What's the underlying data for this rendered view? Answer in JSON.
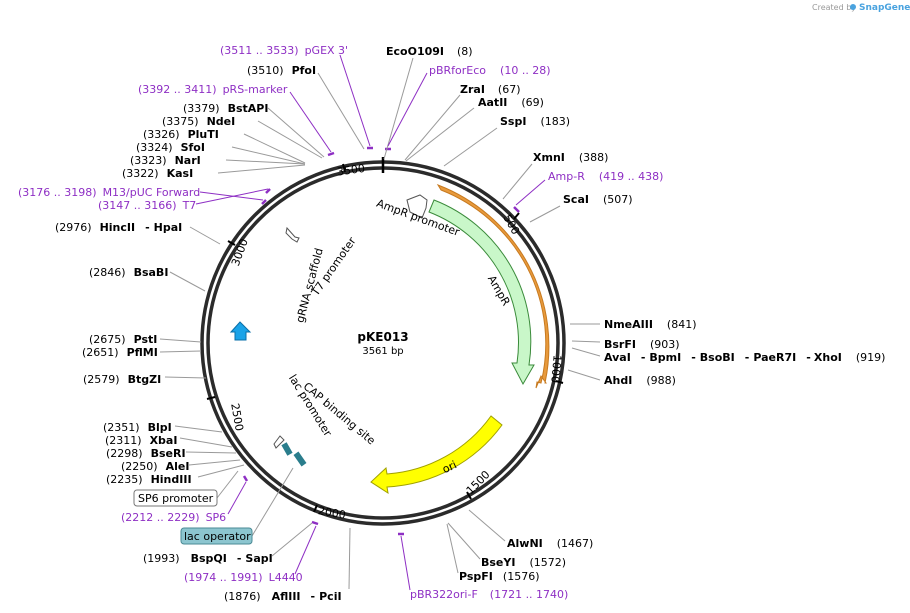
{
  "credit": {
    "text": "Created by",
    "brand": "SnapGene"
  },
  "plasmid": {
    "name": "pKE013",
    "length": "3561 bp"
  },
  "ticks": [
    "500",
    "1000",
    "1500",
    "2000",
    "2500",
    "3000",
    "3500"
  ],
  "sites": [
    {
      "names": [
        "EcoO109I"
      ],
      "pos": "(8)"
    },
    {
      "names": [
        "ZraI"
      ],
      "pos": "(67)"
    },
    {
      "names": [
        "AatII"
      ],
      "pos": "(69)"
    },
    {
      "names": [
        "SspI"
      ],
      "pos": "(183)"
    },
    {
      "names": [
        "XmnI"
      ],
      "pos": "(388)"
    },
    {
      "names": [
        "ScaI"
      ],
      "pos": "(507)"
    },
    {
      "names": [
        "NmeAIII"
      ],
      "pos": "(841)"
    },
    {
      "names": [
        "BsrFI"
      ],
      "pos": "(903)"
    },
    {
      "names": [
        "AvaI",
        "BpmI",
        "BsoBI",
        "PaeR7I",
        "XhoI"
      ],
      "pos": "(919)"
    },
    {
      "names": [
        "AhdI"
      ],
      "pos": "(988)"
    },
    {
      "names": [
        "AlwNI"
      ],
      "pos": "(1467)"
    },
    {
      "names": [
        "BseYI"
      ],
      "pos": "(1572)"
    },
    {
      "names": [
        "PspFI"
      ],
      "pos": "(1576)"
    },
    {
      "names": [
        "AflIII",
        "PciI"
      ],
      "pos": "(1876)"
    },
    {
      "names": [
        "BspQI",
        "SapI"
      ],
      "pos": "(1993)"
    },
    {
      "names": [
        "HindIII"
      ],
      "pos": "(2235)"
    },
    {
      "names": [
        "AleI"
      ],
      "pos": "(2250)"
    },
    {
      "names": [
        "BseRI"
      ],
      "pos": "(2298)"
    },
    {
      "names": [
        "XbaI"
      ],
      "pos": "(2311)"
    },
    {
      "names": [
        "BlpI"
      ],
      "pos": "(2351)"
    },
    {
      "names": [
        "BtgZI"
      ],
      "pos": "(2579)"
    },
    {
      "names": [
        "PflMI"
      ],
      "pos": "(2651)"
    },
    {
      "names": [
        "PstI"
      ],
      "pos": "(2675)"
    },
    {
      "names": [
        "BsaBI"
      ],
      "pos": "(2846)"
    },
    {
      "names": [
        "HincII",
        "HpaI"
      ],
      "pos": "(2976)"
    },
    {
      "names": [
        "KasI"
      ],
      "pos": "(3322)"
    },
    {
      "names": [
        "NarI"
      ],
      "pos": "(3323)"
    },
    {
      "names": [
        "SfoI"
      ],
      "pos": "(3324)"
    },
    {
      "names": [
        "PluTI"
      ],
      "pos": "(3326)"
    },
    {
      "names": [
        "NdeI"
      ],
      "pos": "(3375)"
    },
    {
      "names": [
        "BstAPI"
      ],
      "pos": "(3379)"
    },
    {
      "names": [
        "PfoI"
      ],
      "pos": "(3510)"
    }
  ],
  "primers": [
    {
      "name": "pGEX 3'",
      "range": "(3511 .. 3533)"
    },
    {
      "name": "pBRforEco",
      "range": "(10 .. 28)"
    },
    {
      "name": "pRS-marker",
      "range": "(3392 .. 3411)"
    },
    {
      "name": "Amp-R",
      "range": "(419 .. 438)"
    },
    {
      "name": "M13/pUC Forward",
      "range": "(3176 .. 3198)"
    },
    {
      "name": "T7",
      "range": "(3147 .. 3166)"
    },
    {
      "name": "SP6",
      "range": "(2212 .. 2229)"
    },
    {
      "name": "L4440",
      "range": "(1974 .. 1991)"
    },
    {
      "name": "pBR322ori-F",
      "range": "(1721 .. 1740)"
    }
  ],
  "features": {
    "ampr_promoter": "AmpR promoter",
    "ampr": "AmpR",
    "ori": "ori",
    "t7_promoter": "T7 promoter",
    "grna_scaffold": "gRNA scaffold",
    "cap_binding_site": "CAP binding site",
    "lac_promoter": "lac promoter",
    "sp6_promoter": "SP6 promoter",
    "lac_operator": "lac operator"
  },
  "colors": {
    "backbone": "#2b2b2b",
    "primer": "#8e2fc4",
    "ampr_fill": "#c9f7c9",
    "ampr_stroke": "#3a8a3a",
    "ori_fill": "#ffff00",
    "orf": "#e89a3c",
    "grna": "#1aa3e8",
    "cap": "#2a7d8c",
    "lac_operator_fill": "#8cc5cf"
  }
}
